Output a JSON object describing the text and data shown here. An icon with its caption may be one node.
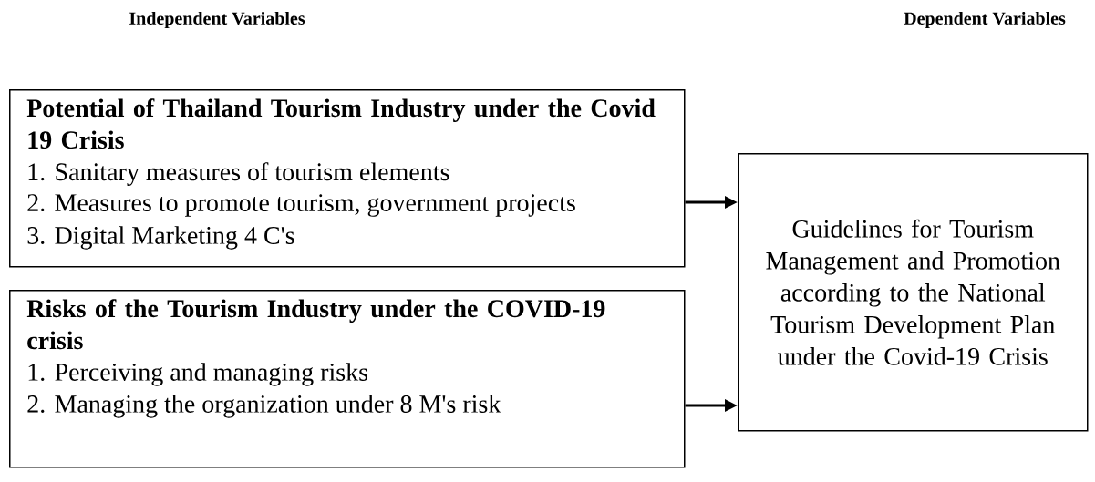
{
  "diagram": {
    "nodes": [
      {
        "text": [
          "Potential of Thailand Tourism Industry under the Covid 19 Crisis",
          "1. Sanitary measures of tourism elements",
          "2. Measures to promote tourism, government projects",
          "3. Digital Marketing 4 C's"
        ]
      },
      {
        "text": [
          "Risks of the Tourism Industry under the COVID-19 crisis",
          "1. Perceiving and managing risks",
          "2. Managing the organization under 8 M's risk"
        ]
      },
      {
        "text": [
          "Guidelines for Tourism Management and Promotion according to the National Tourism Development Plan under the Covid-19 Crisis"
        ]
      }
    ],
    "edges": [
      {
        "from": 0,
        "to": 2,
        "arrow": "to"
      },
      {
        "from": 1,
        "to": 2,
        "arrow": "to"
      }
    ],
    "labels": [
      "Independent Variables",
      "Dependent Variables"
    ]
  }
}
